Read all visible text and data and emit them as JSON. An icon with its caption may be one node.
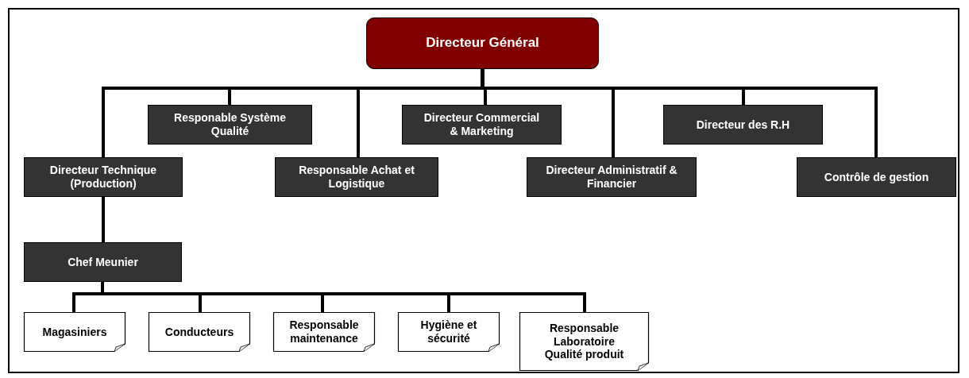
{
  "diagram": {
    "nodes": [
      {
        "text": [
          "Directeur Général"
        ]
      },
      {
        "text": [
          "Responable Système Qualité"
        ]
      },
      {
        "text": [
          "Directeur Commercial & Marketing"
        ]
      },
      {
        "text": [
          "Directeur des R.H"
        ]
      },
      {
        "text": [
          "Directeur Technique (Production)"
        ]
      },
      {
        "text": [
          "Responsable Achat et Logistique"
        ]
      },
      {
        "text": [
          "Directeur Administratif & Financier"
        ]
      },
      {
        "text": [
          "Contrôle de gestion"
        ]
      },
      {
        "text": [
          "Chef Meunier"
        ]
      },
      {
        "text": [
          "Magasiniers"
        ]
      },
      {
        "text": [
          "Conducteurs"
        ]
      },
      {
        "text": [
          "Responsable maintenance"
        ]
      },
      {
        "text": [
          "Hygiène et sécurité"
        ]
      },
      {
        "text": [
          "Responsable Laboratoire Qualité produit"
        ]
      }
    ],
    "edges": [
      {
        "from": 0,
        "to": 4,
        "arrow": "none"
      },
      {
        "from": 0,
        "to": 1,
        "arrow": "none"
      },
      {
        "from": 0,
        "to": 5,
        "arrow": "none"
      },
      {
        "from": 0,
        "to": 2,
        "arrow": "none"
      },
      {
        "from": 0,
        "to": 6,
        "arrow": "none"
      },
      {
        "from": 0,
        "to": 3,
        "arrow": "none"
      },
      {
        "from": 0,
        "to": 7,
        "arrow": "none"
      },
      {
        "from": 4,
        "to": 8,
        "arrow": "none"
      },
      {
        "from": 8,
        "to": 9,
        "arrow": "none"
      },
      {
        "from": 8,
        "to": 10,
        "arrow": "none"
      },
      {
        "from": 8,
        "to": 11,
        "arrow": "none"
      },
      {
        "from": 8,
        "to": 12,
        "arrow": "none"
      },
      {
        "from": 8,
        "to": 13,
        "arrow": "none"
      }
    ]
  }
}
